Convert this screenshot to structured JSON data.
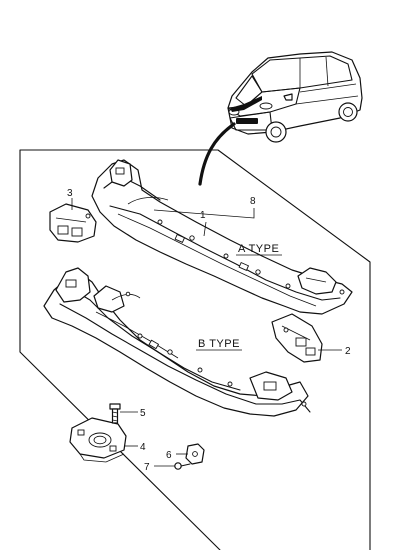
{
  "diagram": {
    "labels": {
      "type_a": "A TYPE",
      "type_b": "B TYPE"
    },
    "callouts": {
      "p1": "1",
      "p2": "2",
      "p3": "3",
      "p4": "4",
      "p5": "5",
      "p6": "6",
      "p7": "7",
      "p8": "8"
    }
  }
}
